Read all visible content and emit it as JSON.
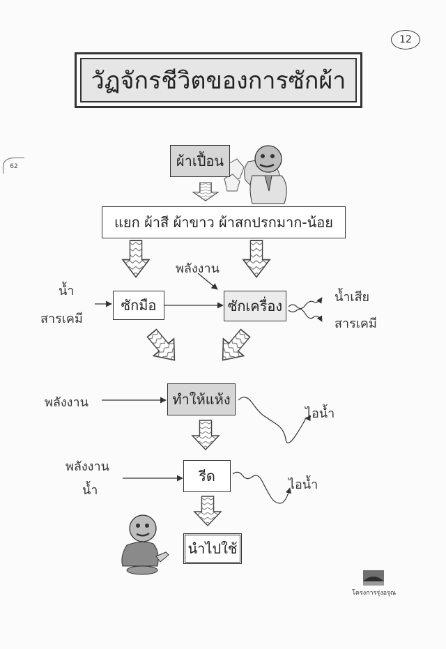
{
  "page_number": "12",
  "side_number": "62",
  "title": "วัฏจักรชีวิตของการซักผ้า",
  "nodes": {
    "dirty_clothes": "ผ้าเปื้อน",
    "sort": "แยก ผ้าสี ผ้าขาว ผ้าสกปรกมาก-น้อย",
    "hand_wash": "ซักมือ",
    "machine_wash": "ซักเครื่อง",
    "dry": "ทำให้แห้ง",
    "iron": "รีด",
    "reuse": "นำไปใช้"
  },
  "labels": {
    "water_in": "น้ำ",
    "chemical_in": "สารเคมี",
    "energy_machine": "พลังงาน",
    "wastewater_out": "น้ำเสีย",
    "chemical_out": "สารเคมี",
    "energy_dry": "พลังงาน",
    "steam_dry": "ไอน้ำ",
    "energy_iron": "พลังงาน",
    "water_iron": "น้ำ",
    "steam_iron": "ไอน้ำ"
  },
  "logo_caption": "โครงการรุ่งอรุณ",
  "colors": {
    "outline": "#333333",
    "node_gray": "#d6d6d6",
    "node_light": "#ececec",
    "title_bg": "#e6e6e6"
  }
}
